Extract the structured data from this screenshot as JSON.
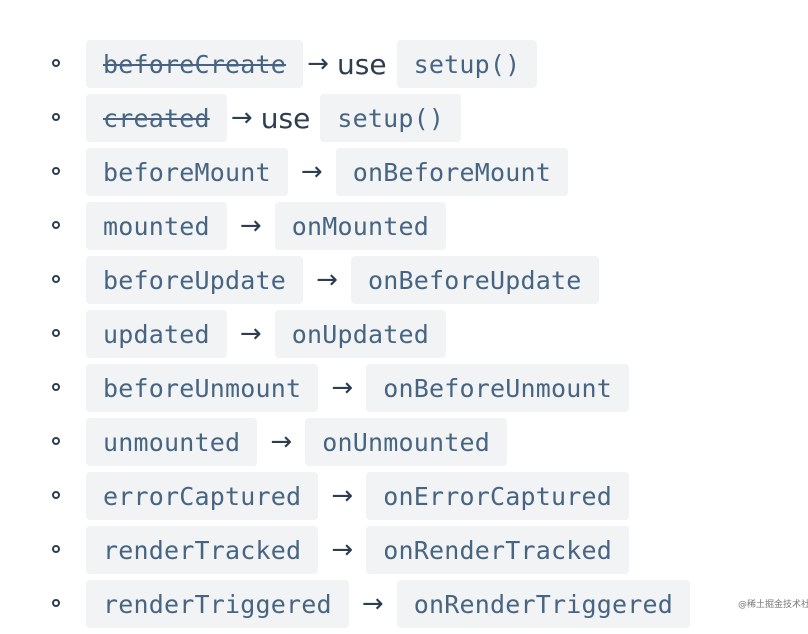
{
  "arrow_glyph": "→",
  "use_word": "use",
  "hooks": [
    {
      "old": "beforeCreate",
      "new": "setup()",
      "deprecated": true
    },
    {
      "old": "created",
      "new": "setup()",
      "deprecated": true
    },
    {
      "old": "beforeMount",
      "new": "onBeforeMount",
      "deprecated": false
    },
    {
      "old": "mounted",
      "new": "onMounted",
      "deprecated": false
    },
    {
      "old": "beforeUpdate",
      "new": "onBeforeUpdate",
      "deprecated": false
    },
    {
      "old": "updated",
      "new": "onUpdated",
      "deprecated": false
    },
    {
      "old": "beforeUnmount",
      "new": "onBeforeUnmount",
      "deprecated": false
    },
    {
      "old": "unmounted",
      "new": "onUnmounted",
      "deprecated": false
    },
    {
      "old": "errorCaptured",
      "new": "onErrorCaptured",
      "deprecated": false
    },
    {
      "old": "renderTracked",
      "new": "onRenderTracked",
      "deprecated": false
    },
    {
      "old": "renderTriggered",
      "new": "onRenderTriggered",
      "deprecated": false
    }
  ],
  "watermark": "@稀土掘金技术社区"
}
